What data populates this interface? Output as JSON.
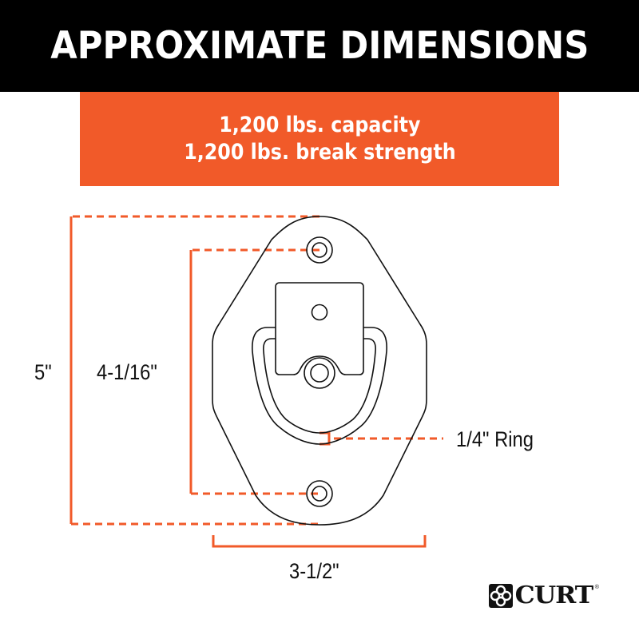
{
  "header": {
    "title": "APPROXIMATE DIMENSIONS"
  },
  "specs": {
    "capacity": "1,200 lbs. capacity",
    "break_strength": "1,200 lbs. break strength"
  },
  "dimensions": {
    "overall_height": "5\"",
    "hole_spacing": "4-1/16\"",
    "width": "3-1/2\"",
    "ring": "1/4\" Ring"
  },
  "brand": {
    "name": "CURT",
    "registered": "®"
  },
  "colors": {
    "header_bg": "#000000",
    "accent": "#f15a29",
    "line": "#111111"
  }
}
